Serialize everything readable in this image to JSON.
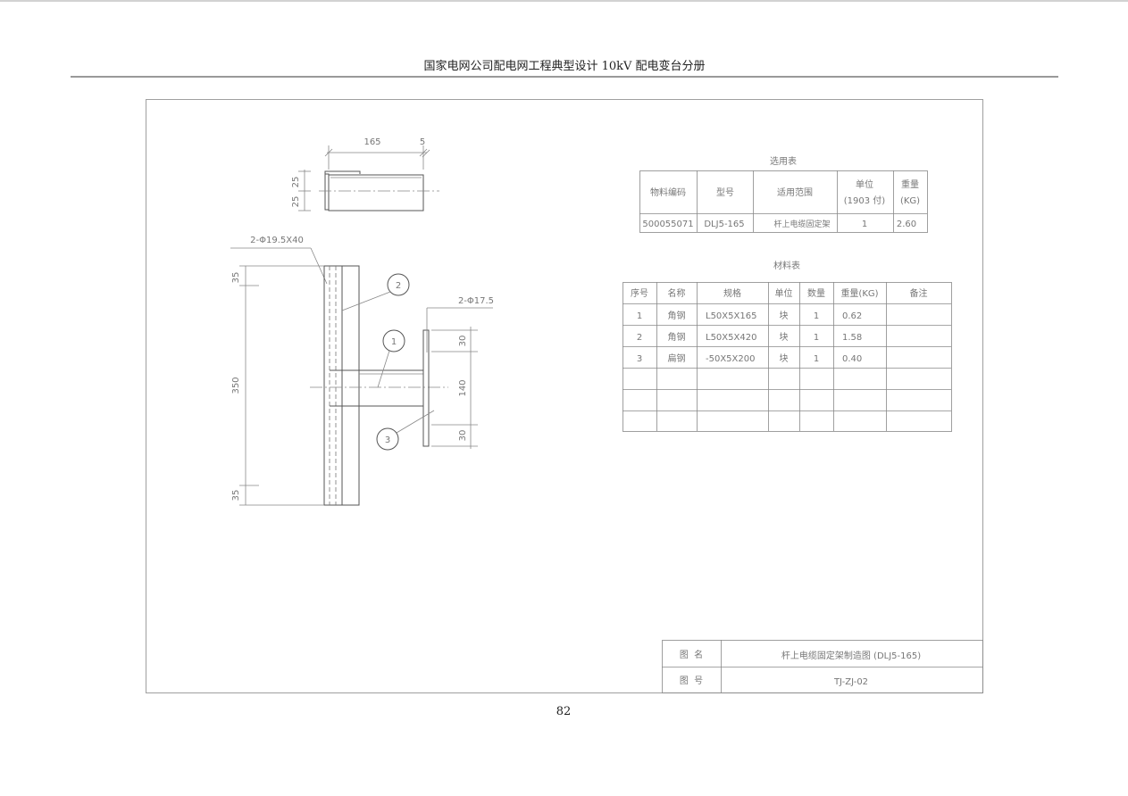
{
  "header": {
    "title": "国家电网公司配电网工程典型设计    10kV 配电变台分册"
  },
  "page_number": "82",
  "drawing": {
    "top_view": {
      "dim_length": "165",
      "dim_end": "5",
      "dim_h1": "25",
      "dim_h2": "25"
    },
    "elevation": {
      "hole_note_left": "2-Φ19.5X40",
      "hole_note_right": "2-Φ17.5",
      "dims_left": [
        "35",
        "350",
        "35"
      ],
      "dims_right": [
        "30",
        "140",
        "30"
      ],
      "callouts": [
        "1",
        "2",
        "3"
      ]
    }
  },
  "selection_table": {
    "title": "选用表",
    "headers": [
      "物料编码",
      "型号",
      "适用范围",
      "单位\n(1903 付)",
      "重量\n(KG)"
    ],
    "header_unit": [
      "单位",
      "(1903 付)"
    ],
    "header_weight": [
      "重量",
      "(KG)"
    ],
    "rows": [
      [
        "500055071",
        "DLJ5-165",
        "杆上电缆固定架",
        "1",
        "2.60"
      ]
    ]
  },
  "material_table": {
    "title": "材料表",
    "headers": [
      "序号",
      "名称",
      "规格",
      "单位",
      "数量",
      "重量(KG)",
      "备注"
    ],
    "rows": [
      [
        "1",
        "角钢",
        "L50X5X165",
        "块",
        "1",
        "0.62",
        ""
      ],
      [
        "2",
        "角钢",
        "L50X5X420",
        "块",
        "1",
        "1.58",
        ""
      ],
      [
        "3",
        "扁钢",
        "-50X5X200",
        "块",
        "1",
        "0.40",
        ""
      ]
    ]
  },
  "title_block": {
    "name_label": "图  名",
    "name_value": "杆上电缆固定架制造图 (DLJ5-165)",
    "number_label": "图  号",
    "number_value": "TJ-ZJ-02"
  }
}
